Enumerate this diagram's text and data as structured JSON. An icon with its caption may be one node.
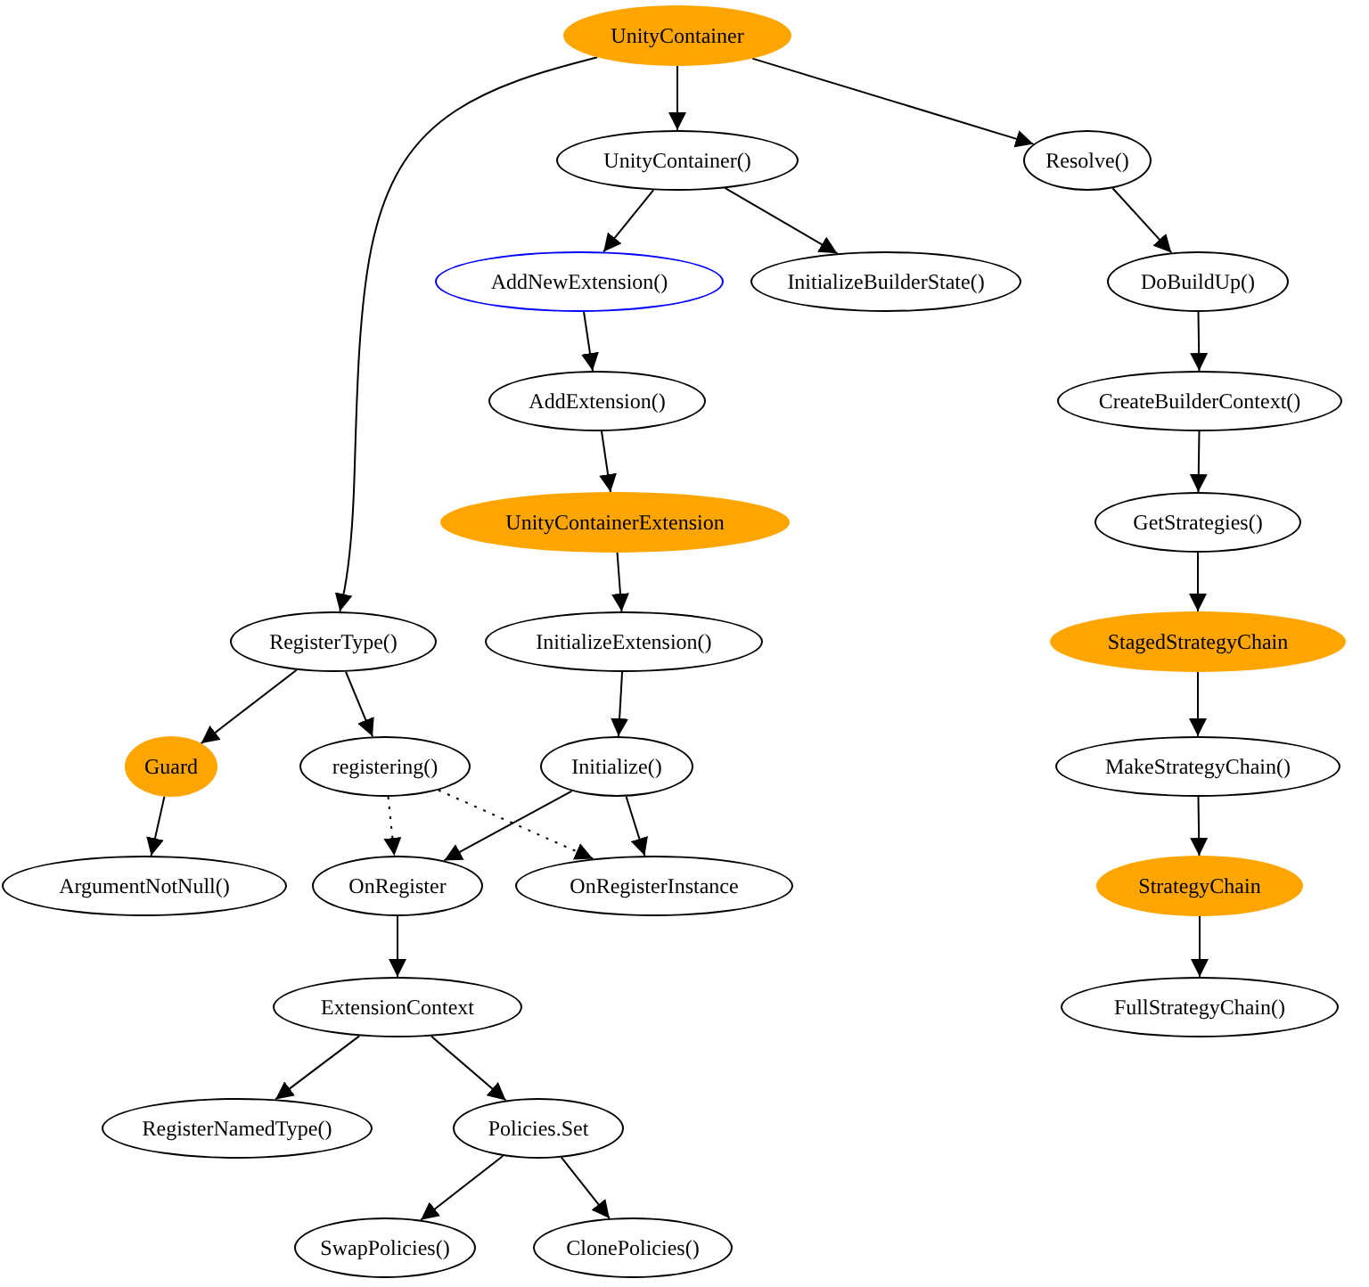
{
  "diagram": {
    "nodes": [
      {
        "text": [
          "UnityContainer"
        ]
      },
      {
        "text": [
          "UnityContainer()"
        ]
      },
      {
        "text": [
          "Resolve()"
        ]
      },
      {
        "text": [
          "AddNewExtension()"
        ]
      },
      {
        "text": [
          "InitializeBuilderState()"
        ]
      },
      {
        "text": [
          "DoBuildUp()"
        ]
      },
      {
        "text": [
          "AddExtension()"
        ]
      },
      {
        "text": [
          "CreateBuilderContext()"
        ]
      },
      {
        "text": [
          "UnityContainerExtension"
        ]
      },
      {
        "text": [
          "GetStrategies()"
        ]
      },
      {
        "text": [
          "RegisterType()"
        ]
      },
      {
        "text": [
          "InitializeExtension()"
        ]
      },
      {
        "text": [
          "StagedStrategyChain"
        ]
      },
      {
        "text": [
          "Guard"
        ]
      },
      {
        "text": [
          "registering()"
        ]
      },
      {
        "text": [
          "Initialize()"
        ]
      },
      {
        "text": [
          "MakeStrategyChain()"
        ]
      },
      {
        "text": [
          "ArgumentNotNull()"
        ]
      },
      {
        "text": [
          "OnRegister"
        ]
      },
      {
        "text": [
          "OnRegisterInstance"
        ]
      },
      {
        "text": [
          "StrategyChain"
        ]
      },
      {
        "text": [
          "ExtensionContext"
        ]
      },
      {
        "text": [
          "FullStrategyChain()"
        ]
      },
      {
        "text": [
          "RegisterNamedType()"
        ]
      },
      {
        "text": [
          "Policies.Set"
        ]
      },
      {
        "text": [
          "SwapPolicies()"
        ]
      },
      {
        "text": [
          "ClonePolicies()"
        ]
      }
    ],
    "edges": [
      {
        "from": 0,
        "to": 1,
        "arrow": "to"
      },
      {
        "from": 0,
        "to": 2,
        "arrow": "to"
      },
      {
        "from": 0,
        "to": 10,
        "arrow": "to"
      },
      {
        "from": 1,
        "to": 3,
        "arrow": "to"
      },
      {
        "from": 1,
        "to": 4,
        "arrow": "to"
      },
      {
        "from": 2,
        "to": 5,
        "arrow": "to"
      },
      {
        "from": 3,
        "to": 6,
        "arrow": "to"
      },
      {
        "from": 5,
        "to": 7,
        "arrow": "to"
      },
      {
        "from": 6,
        "to": 8,
        "arrow": "to"
      },
      {
        "from": 7,
        "to": 9,
        "arrow": "to"
      },
      {
        "from": 8,
        "to": 11,
        "arrow": "to"
      },
      {
        "from": 9,
        "to": 12,
        "arrow": "to"
      },
      {
        "from": 10,
        "to": 13,
        "arrow": "to"
      },
      {
        "from": 10,
        "to": 14,
        "arrow": "to"
      },
      {
        "from": 11,
        "to": 15,
        "arrow": "to"
      },
      {
        "from": 12,
        "to": 16,
        "arrow": "to"
      },
      {
        "from": 13,
        "to": 17,
        "arrow": "to"
      },
      {
        "from": 14,
        "to": 18,
        "arrow": "to",
        "style": "dashed"
      },
      {
        "from": 14,
        "to": 19,
        "arrow": "to",
        "style": "dashed"
      },
      {
        "from": 15,
        "to": 18,
        "arrow": "to"
      },
      {
        "from": 15,
        "to": 19,
        "arrow": "to"
      },
      {
        "from": 16,
        "to": 20,
        "arrow": "to"
      },
      {
        "from": 18,
        "to": 21,
        "arrow": "to"
      },
      {
        "from": 20,
        "to": 22,
        "arrow": "to"
      },
      {
        "from": 21,
        "to": 23,
        "arrow": "to"
      },
      {
        "from": 21,
        "to": 24,
        "arrow": "to"
      },
      {
        "from": 24,
        "to": 25,
        "arrow": "to"
      },
      {
        "from": 24,
        "to": 26,
        "arrow": "to"
      }
    ]
  }
}
